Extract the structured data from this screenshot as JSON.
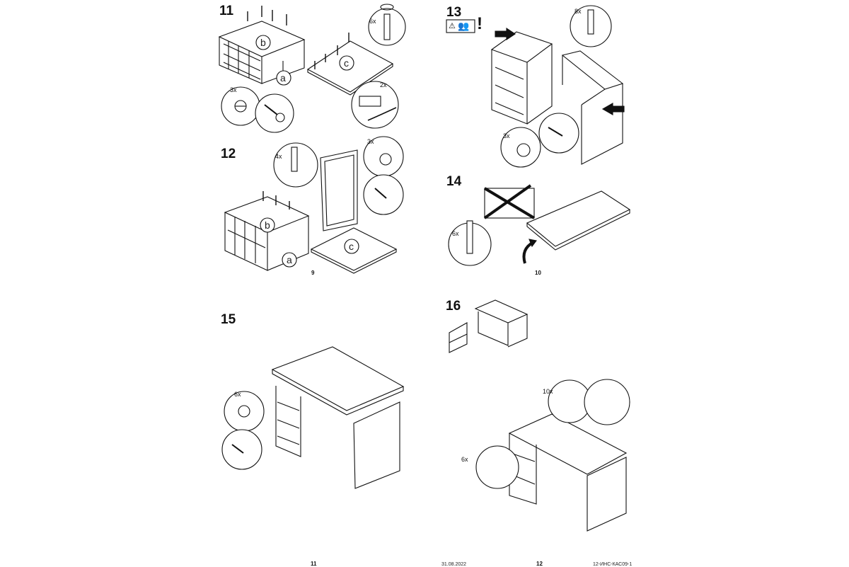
{
  "steps": {
    "s11": "11",
    "s12": "12",
    "s13": "13",
    "s14": "14",
    "s15": "15",
    "s16": "16"
  },
  "parts": {
    "a": "a",
    "b": "b",
    "c": "c"
  },
  "quantities": {
    "q11_6x": "6x",
    "q11_3x": "3x",
    "q11_2x": "2x",
    "q12_4x": "4x",
    "q12_3x": "3x",
    "q13_8x": "8x",
    "q13_3x": "3x",
    "q14_6x": "6x",
    "q15_6x": "6x",
    "q16_10x": "10x",
    "q16_6x": "6x"
  },
  "page_numbers": {
    "p9": "9",
    "p10": "10",
    "p11": "11",
    "p12": "12"
  },
  "footer": {
    "date": "31.08.2022",
    "doc_code": "12-ИНС-КАС09-1"
  },
  "icons": [
    "warning-triangle-icon",
    "two-persons-icon",
    "exclamation-icon",
    "arrow-icon",
    "hand-icon",
    "rotate-arrow-icon"
  ]
}
